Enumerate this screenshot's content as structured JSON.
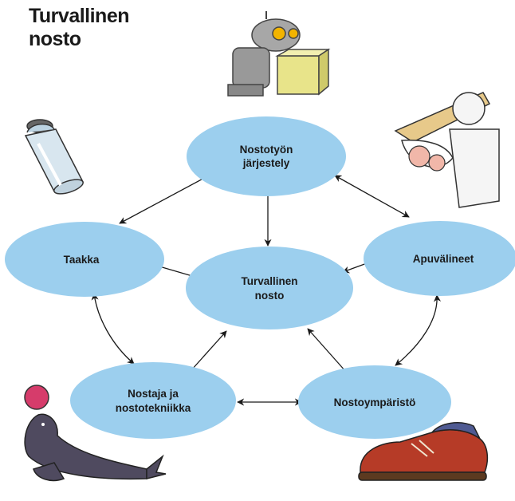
{
  "title": {
    "line1": "Turvallinen",
    "line2": "nosto"
  },
  "nodes": {
    "organization": {
      "line1": "Nostotyön",
      "line2": "järjestely"
    },
    "load": {
      "line1": "Taakka"
    },
    "aids": {
      "line1": "Apuvälineet"
    },
    "center": {
      "line1": "Turvallinen",
      "line2": "nosto"
    },
    "lifter": {
      "line1": "Nostaja ja",
      "line2": "nostotekniikka"
    },
    "environment": {
      "line1": "Nostoympäristö"
    }
  },
  "colors": {
    "node_fill": "#9ccfee",
    "arrow": "#1a1a1a",
    "title": "#1a1a1a"
  },
  "illustrations": [
    "robot-carrying-box-icon",
    "thermos-flask-icon",
    "stork-with-baby-icon",
    "sea-lion-with-ball-icon",
    "walking-shoe-icon"
  ]
}
